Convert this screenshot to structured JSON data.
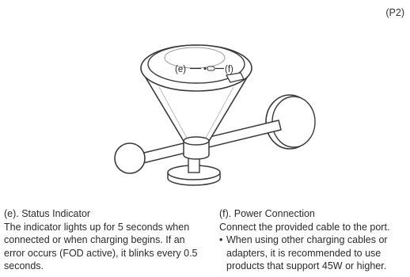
{
  "page": {
    "number": "(P2)"
  },
  "illustration": {
    "label_e": "(e)",
    "label_f": "(f)"
  },
  "status_indicator": {
    "title": "(e). Status Indicator",
    "body": "The indicator lights up for 5 seconds when connected or when charging begins. If an error occurs (FOD active), it blinks every 0.5 seconds."
  },
  "power_connection": {
    "title": "(f). Power Connection",
    "body": "Connect the provided cable to the port.",
    "bullet": "When using other charging cables or adapters, it is recommended to use products that support 45W or higher."
  }
}
